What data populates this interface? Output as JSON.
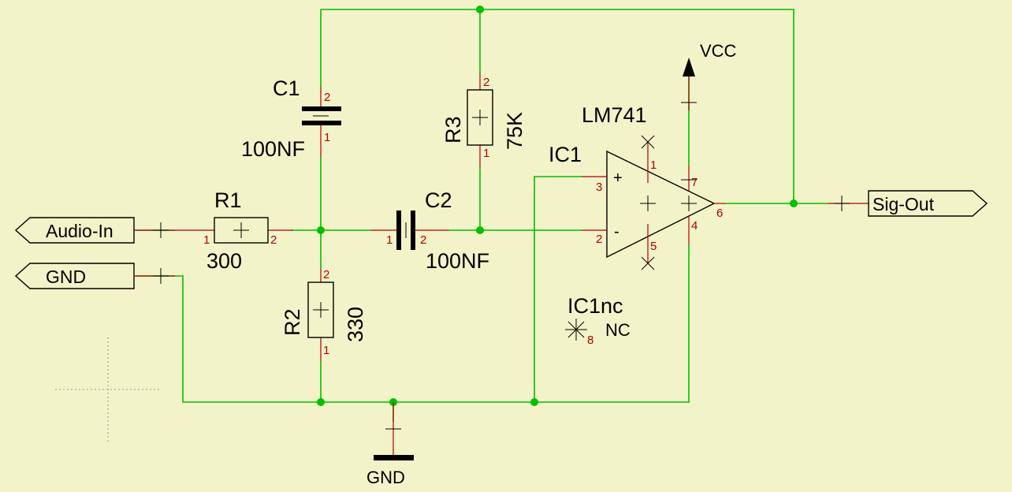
{
  "ports": {
    "audio_in": "Audio-In",
    "gnd_in": "GND",
    "sig_out": "Sig-Out"
  },
  "components": {
    "r1": {
      "ref": "R1",
      "value": "300",
      "pin1": "1",
      "pin2": "2"
    },
    "r2": {
      "ref": "R2",
      "value": "330",
      "pin1": "1",
      "pin2": "2"
    },
    "r3": {
      "ref": "R3",
      "value": "75K",
      "pin1": "1",
      "pin2": "2"
    },
    "c1": {
      "ref": "C1",
      "value": "100NF",
      "pin1": "1",
      "pin2": "2"
    },
    "c2": {
      "ref": "C2",
      "value": "100NF",
      "pin1": "1",
      "pin2": "2"
    },
    "ic1": {
      "ref": "IC1",
      "part": "LM741",
      "plus": "+",
      "minus": "-",
      "pin1": "1",
      "pin2": "2",
      "pin3": "3",
      "pin4": "4",
      "pin5": "5",
      "pin6": "6",
      "pin7": "7"
    },
    "ic1nc": {
      "ref": "IC1nc",
      "label": "NC",
      "pin": "8"
    }
  },
  "power": {
    "vcc": "VCC",
    "gnd": "GND"
  },
  "colors": {
    "background": "#f3f3c9",
    "wire": "#00c000",
    "pin": "#b00000",
    "body": "#000000"
  }
}
